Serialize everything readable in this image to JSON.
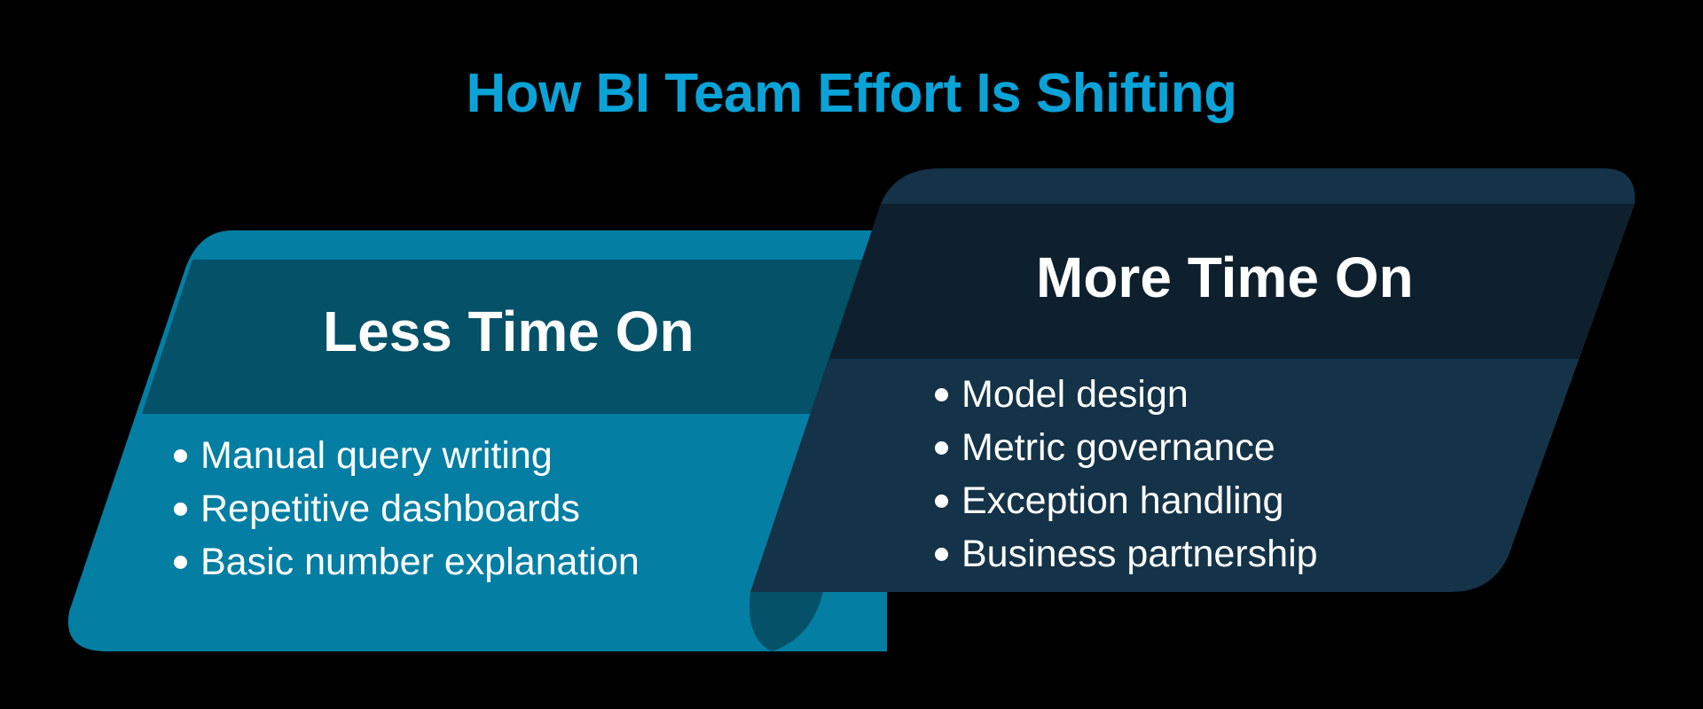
{
  "title": "How BI Team Effort Is Shifting",
  "colors": {
    "background": "#000000",
    "title": "#0aa3d8",
    "left_band": "#047ea3",
    "left_header": "#045168",
    "left_curl": "#045168",
    "right_band": "#143348",
    "right_header": "#0e202e",
    "text": "#ffffff"
  },
  "panels": {
    "left": {
      "heading": "Less Time On",
      "items": [
        "Manual query writing",
        "Repetitive dashboards",
        "Basic number explanation"
      ]
    },
    "right": {
      "heading": "More Time On",
      "items": [
        "Model design",
        "Metric governance",
        "Exception handling",
        "Business partnership"
      ]
    }
  }
}
